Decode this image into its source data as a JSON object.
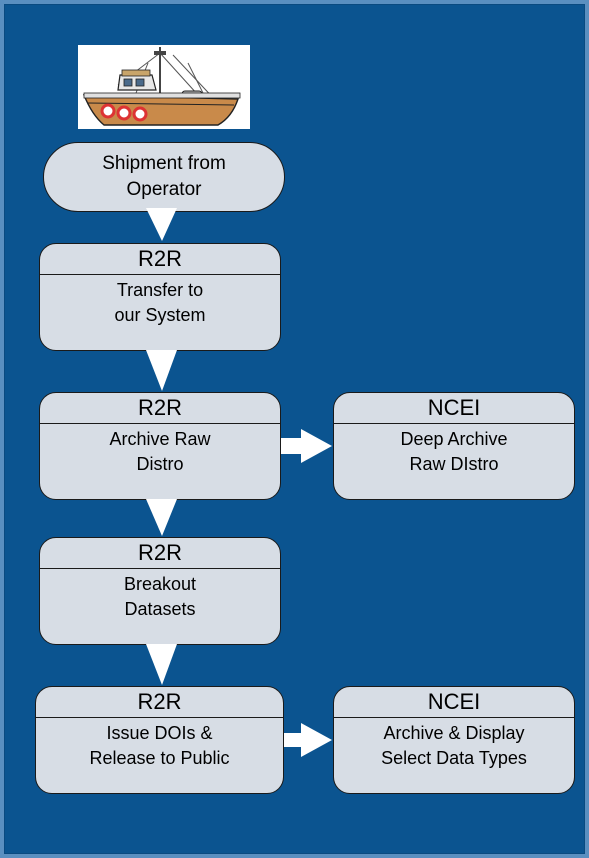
{
  "start": {
    "line1": "Shipment from",
    "line2": "Operator"
  },
  "steps": [
    {
      "org": "R2R",
      "line1": "Transfer to",
      "line2": "our System"
    },
    {
      "org": "R2R",
      "line1": "Archive Raw",
      "line2": "Distro"
    },
    {
      "org": "R2R",
      "line1": "Breakout",
      "line2": "Datasets"
    },
    {
      "org": "R2R",
      "line1": "Issue DOIs &",
      "line2": "Release to Public"
    }
  ],
  "side": [
    {
      "org": "NCEI",
      "line1": "Deep Archive",
      "line2": "Raw DIstro"
    },
    {
      "org": "NCEI",
      "line1": "Archive & Display",
      "line2": "Select Data Types"
    }
  ],
  "colors": {
    "background": "#0b5490",
    "box_fill": "#d7dde5",
    "arrow": "#ffffff",
    "outer": "#5a8fc0"
  },
  "icons": [
    "fishing-boat-icon"
  ]
}
